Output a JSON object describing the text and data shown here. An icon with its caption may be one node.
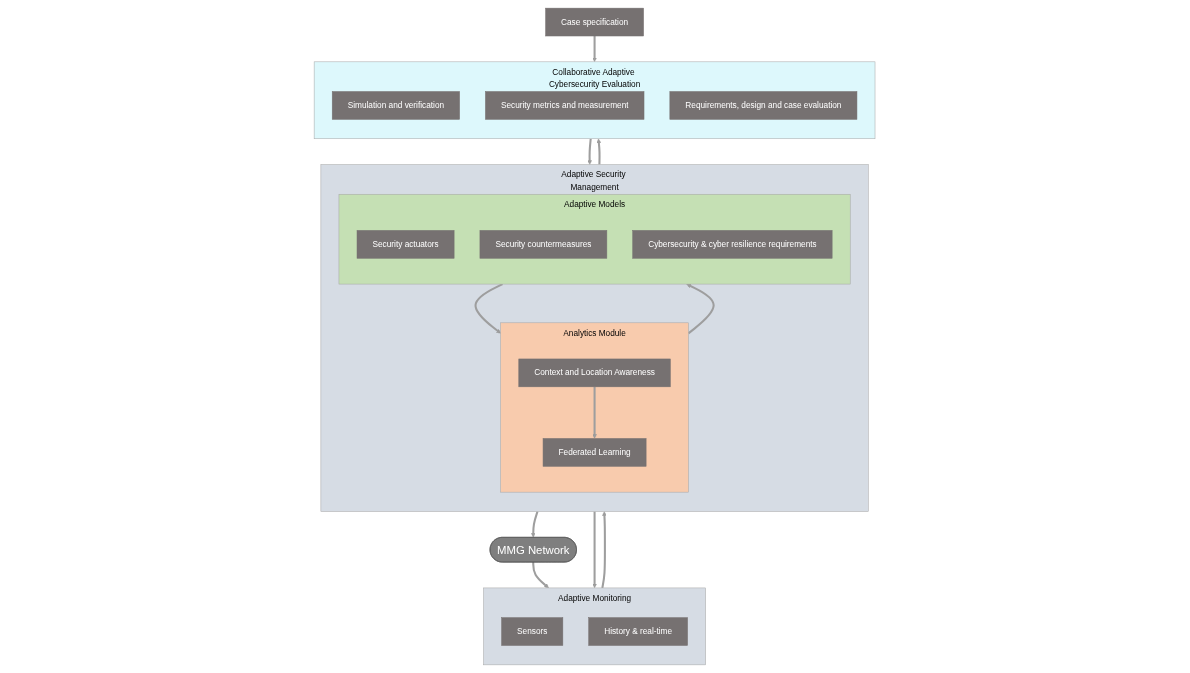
{
  "diagram": {
    "nodes": [
      {
        "text": [
          "MMG Network"
        ]
      },
      {
        "text": [
          "Adaptive Monitoring"
        ]
      },
      {
        "text": [
          "Sensors"
        ],
        "in": 1
      },
      {
        "text": [
          "History & real-time"
        ],
        "in": 1
      },
      {
        "text": [
          "Adaptive Security Management"
        ]
      },
      {
        "text": [
          "Analytics Module"
        ],
        "in": 4
      },
      {
        "text": [
          "Federated Learning"
        ],
        "in": 5
      },
      {
        "text": [
          "Context and Location Awareness"
        ],
        "in": 5
      },
      {
        "text": [
          "Adaptive Models"
        ],
        "in": 4
      },
      {
        "text": [
          "Security actuators"
        ],
        "in": 8
      },
      {
        "text": [
          "Security countermeasures"
        ],
        "in": 8
      },
      {
        "text": [
          "Cybersecurity & cyber resilience requirements"
        ],
        "in": 8
      },
      {
        "text": [
          "Collaborative Adaptive Cybersecurity Evaluation"
        ]
      },
      {
        "text": [
          "Simulation and verification"
        ],
        "in": 12
      },
      {
        "text": [
          "Security metrics and measurement"
        ],
        "in": 12
      },
      {
        "text": [
          "Requirements, design and case evaluation"
        ],
        "in": 12
      },
      {
        "text": [
          "Case specification"
        ]
      }
    ],
    "edges": [
      {
        "from": 0,
        "to": 1,
        "arrow": "to"
      },
      {
        "from": 4,
        "to": 0,
        "arrow": "to"
      },
      {
        "from": 1,
        "to": 4,
        "arrow": "to"
      },
      {
        "from": 4,
        "to": 1,
        "arrow": "to"
      },
      {
        "from": 7,
        "to": 6,
        "arrow": "to"
      },
      {
        "from": 5,
        "to": 8,
        "arrow": "to"
      },
      {
        "from": 8,
        "to": 5,
        "arrow": "to"
      },
      {
        "from": 12,
        "to": 4,
        "arrow": "to"
      },
      {
        "from": 4,
        "to": 12,
        "arrow": "to"
      },
      {
        "from": 16,
        "to": 12,
        "arrow": "to"
      }
    ]
  }
}
